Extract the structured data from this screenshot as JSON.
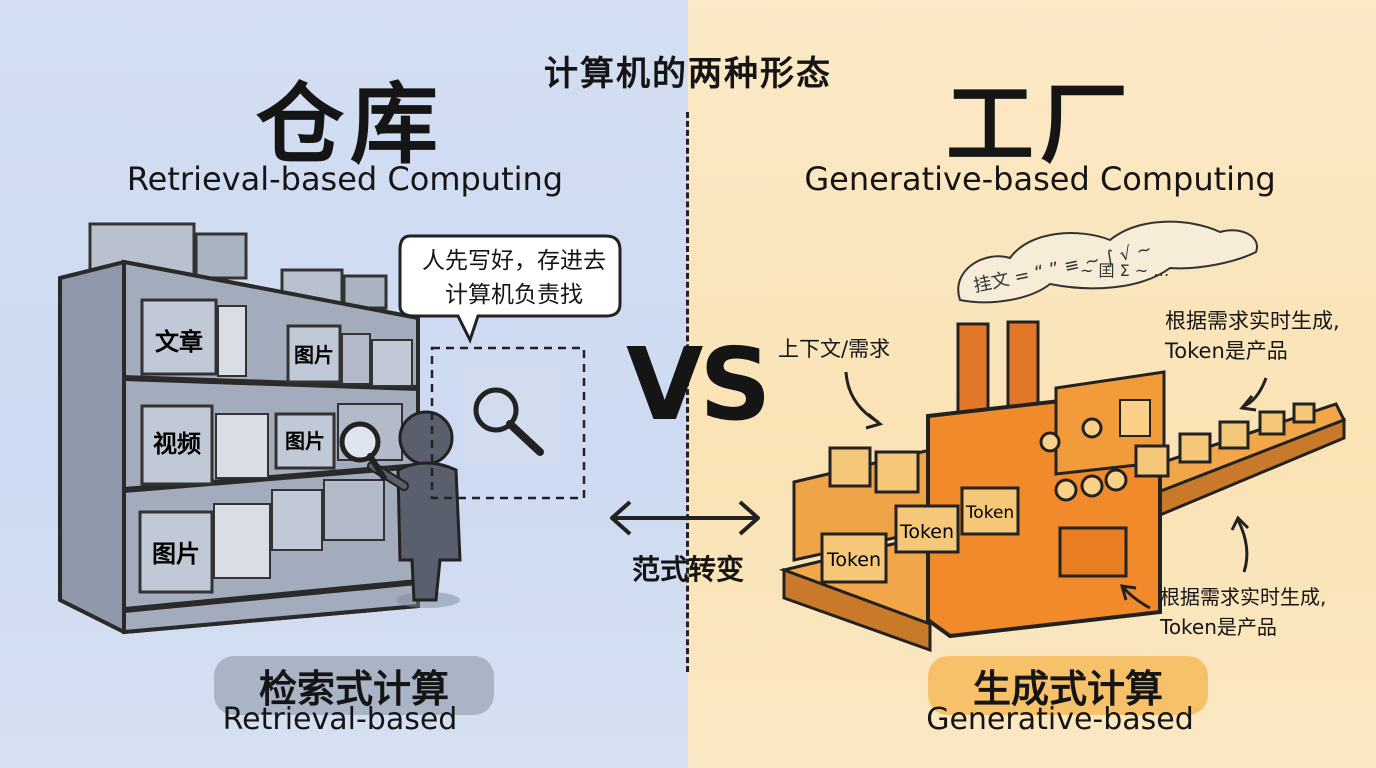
{
  "title": "计算机的两种形态",
  "left": {
    "title": "仓库",
    "subtitle": "Retrieval-based Computing",
    "bubble_line1": "人先写好，存进去",
    "bubble_line2": "计算机负责找",
    "shelf_labels": [
      "文章",
      "图片",
      "视频",
      "图片",
      "图片"
    ],
    "bottom_title": "检索式计算",
    "bottom_subtitle": "Retrieval-based"
  },
  "center": {
    "vs": "VS",
    "shift": "范式转变"
  },
  "right": {
    "title": "工厂",
    "subtitle": "Generative-based Computing",
    "input_note": "上下文/需求",
    "note_top_line1": "根据需求实时生成,",
    "note_top_line2": "Token是产品",
    "note_bottom_line1": "根据需求实时生成,",
    "note_bottom_line2": "Token是产品",
    "token_labels": [
      "Token",
      "Token",
      "Token"
    ],
    "bottom_title": "生成式计算",
    "bottom_subtitle": "Generative-based"
  },
  "colors": {
    "left_bg": "#cfdbf1",
    "right_bg": "#fae4b8",
    "factory_orange": "#f08a2a",
    "box_tan": "#f4c878",
    "shelf_gray": "#8f98aa"
  }
}
